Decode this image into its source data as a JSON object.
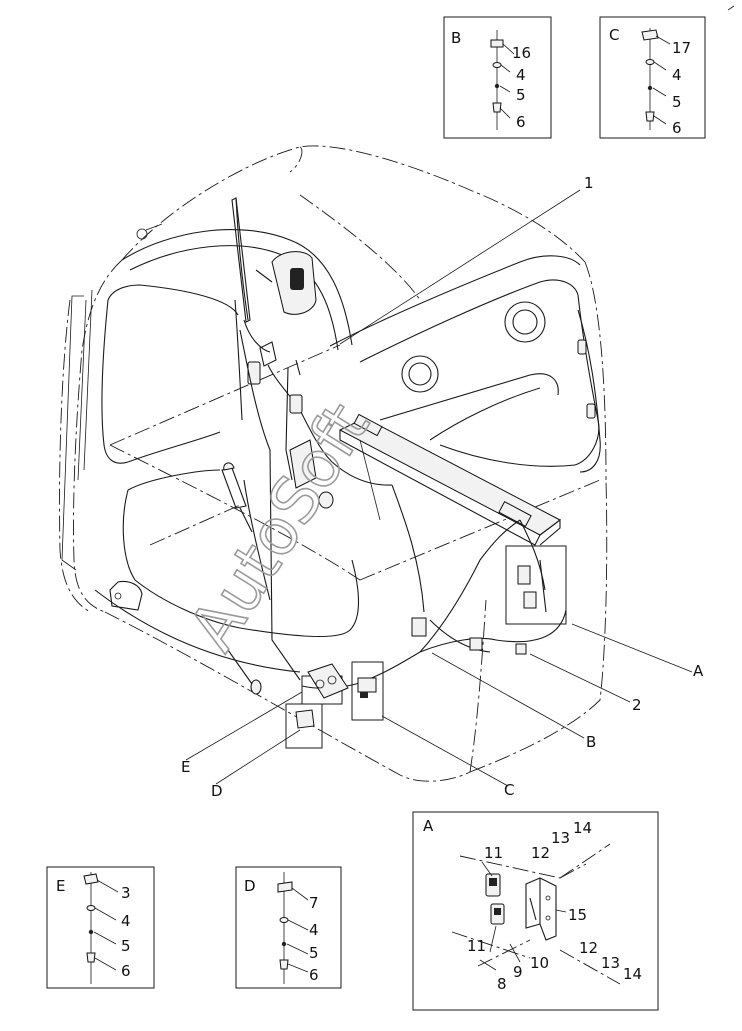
{
  "watermark": "AutoSoft",
  "main_callouts": {
    "c1": "1",
    "c2": "2",
    "A": "A",
    "B": "B",
    "C": "C",
    "D": "D",
    "E": "E"
  },
  "detail_B": {
    "title": "B",
    "labels": [
      "16",
      "4",
      "5",
      "6"
    ]
  },
  "detail_C": {
    "title": "C",
    "labels": [
      "17",
      "4",
      "5",
      "6"
    ]
  },
  "detail_E": {
    "title": "E",
    "labels": [
      "3",
      "4",
      "5",
      "6"
    ]
  },
  "detail_D": {
    "title": "D",
    "labels": [
      "7",
      "4",
      "5",
      "6"
    ]
  },
  "detail_A": {
    "title": "A",
    "labels": {
      "l11a": "11",
      "l12a": "12",
      "l13a": "13",
      "l14a": "14",
      "l15": "15",
      "l11b": "11",
      "l12b": "12",
      "l13b": "13",
      "l14b": "14",
      "l8": "8",
      "l9": "9",
      "l10": "10"
    }
  }
}
